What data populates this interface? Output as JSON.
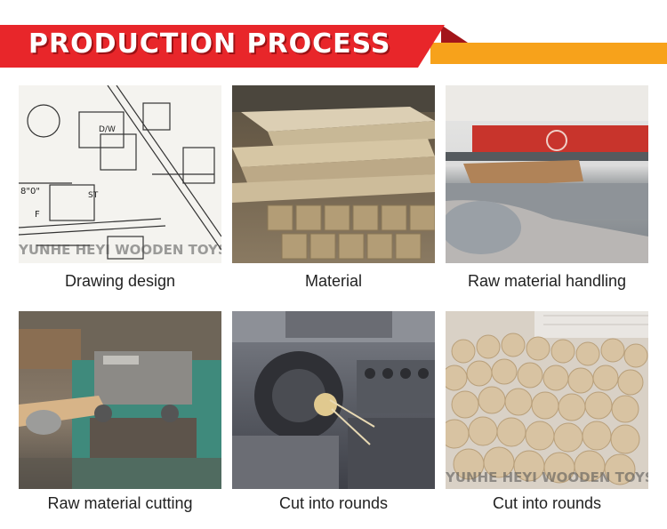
{
  "banner": {
    "title": "PRODUCTION PROCESS"
  },
  "watermark_text": "YUNHE HEYI WOODEN TOYS",
  "steps": [
    {
      "caption": "Drawing design",
      "photo": "blueprint-drawing"
    },
    {
      "caption": "Material",
      "photo": "stacked-wood-planks"
    },
    {
      "caption": "Raw material handling",
      "photo": "sanding-machine"
    },
    {
      "caption": "Raw material cutting",
      "photo": "planer-machine"
    },
    {
      "caption": "Cut into rounds",
      "photo": "lathe-machine"
    },
    {
      "caption": "Cut into rounds",
      "photo": "wooden-balls"
    }
  ],
  "colors": {
    "banner_red": "#e8262a",
    "banner_orange": "#f7a21b",
    "banner_dark": "#a3151a"
  }
}
